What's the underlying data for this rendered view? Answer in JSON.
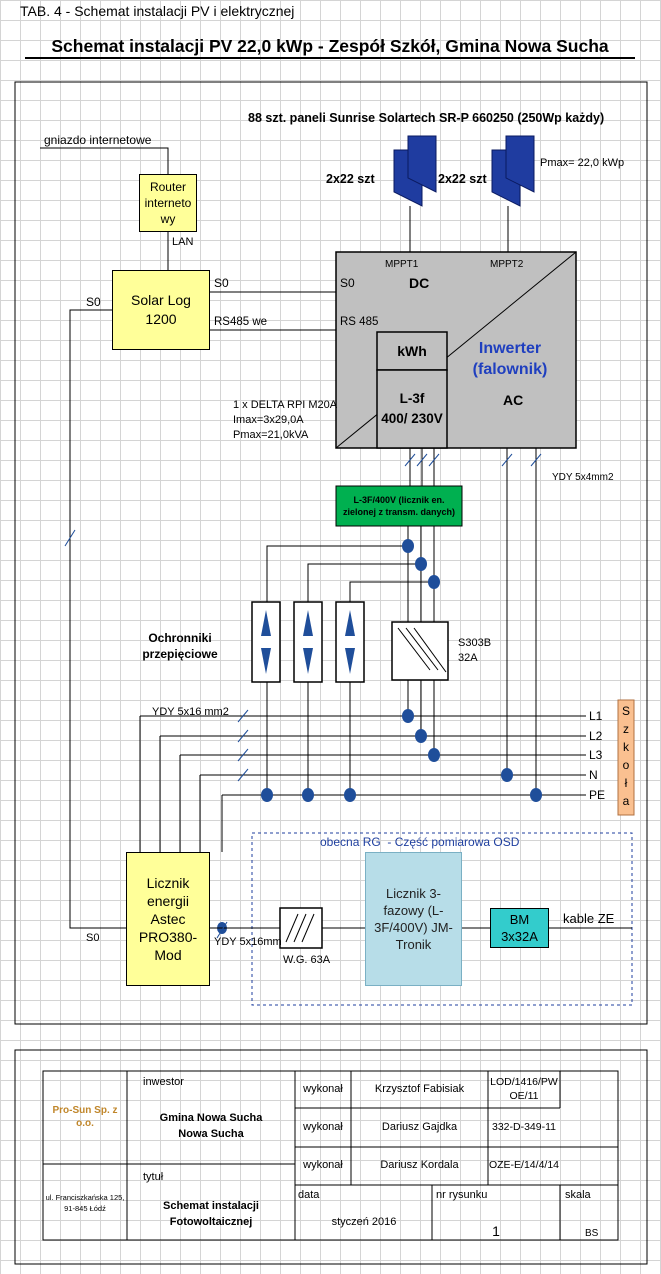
{
  "sheet_title": "TAB. 4 - Schemat instalacji PV i elektrycznej",
  "main_title": "Schemat instalacji PV 22,0 kWp - Zespół Szkół, Gmina Nowa Sucha",
  "panels": {
    "header": "88 szt. paneli Sunrise Solartech SR-P 660250 (250Wp każdy)",
    "string_left": "2x22 szt",
    "string_right": "2x22 szt",
    "pmax": "Pmax= 22,0 kWp"
  },
  "router": {
    "label": "Router\ninterneto\nwy",
    "socket": "gniazdo internetowe",
    "lan": "LAN"
  },
  "solarlog": {
    "label": "Solar Log\n1200",
    "s0_out": "S0",
    "rs485_out": "RS485 we",
    "s0_left": "S0"
  },
  "inverter": {
    "mppt1": "MPPT1",
    "mppt2": "MPPT2",
    "s0": "S0",
    "dc": "DC",
    "rs485": "RS 485",
    "kwh": "kWh",
    "phase": "L-3f\n400/ 230V",
    "name": "Inwerter\n(falownik)",
    "ac": "AC",
    "model": "1 x DELTA RPI M20A\nImax=3x29,0A\nPmax=21,0kVA",
    "cable": "YDY 5x4mm2"
  },
  "green_meter": "L-3F/400V (licznik en.\nzielonej z transm. danych)",
  "surge": {
    "label": "Ochronniki\nprzepięciowe"
  },
  "breaker": {
    "label": "S303B\n32A"
  },
  "bus": {
    "cable": "YDY 5x16 mm2",
    "lines": [
      "L1",
      "L2",
      "L3",
      "N",
      "PE"
    ],
    "school": [
      "S",
      "z",
      "k",
      "o",
      "ł",
      "a"
    ]
  },
  "astec": {
    "label": "Licznik\nenergii\nAstec\nPRO380-\nMod",
    "s0": "S0",
    "cable": "YDY 5x16mm"
  },
  "osd": {
    "title": "obecna RG  - Część pomiarowa OSD",
    "main_switch": "W.G. 63A",
    "meter": "Licznik 3-\nfazowy (L-\n3F/400V) JM-\nTronik",
    "bm": "BM\n3x32A",
    "cables": "kable ZE"
  },
  "titleblock": {
    "company": "Pro-Sun Sp. z\no.o.",
    "address": "ul. Franciszkańska 125,\n91-845 Łódź",
    "investor_label": "inwestor",
    "investor": "Gmina Nowa Sucha\nNowa Sucha",
    "title_label": "tytuł",
    "title": "Schemat instalacji\nFotowoltaicznej",
    "rows": [
      {
        "role": "wykonał",
        "name": "Krzysztof Fabisiak",
        "license": "LOD/1416/PW\nOE/11"
      },
      {
        "role": "wykonał",
        "name": "Dariusz Gajdka",
        "license": "332-D-349-11"
      },
      {
        "role": "wykonał",
        "name": "Dariusz Kordala",
        "license": "OZE-E/14/4/14"
      }
    ],
    "date_label": "data",
    "date": "styczeń 2016",
    "drawing_no_label": "nr rysunku",
    "drawing_no": "1",
    "scale_label": "skala",
    "scale": "BS"
  },
  "colors": {
    "yellow": "#ffff99",
    "gray": "#c0c0c0",
    "green": "#00b050",
    "lightblue": "#b7dde8",
    "teal": "#33cccc",
    "orange": "#fac090",
    "panel_blue": "#1f3ca0",
    "title_blue": "#1f3fbf",
    "connector": "#1f4e9a",
    "osd_blue": "#1f3f9f",
    "company": "#c0862a"
  }
}
